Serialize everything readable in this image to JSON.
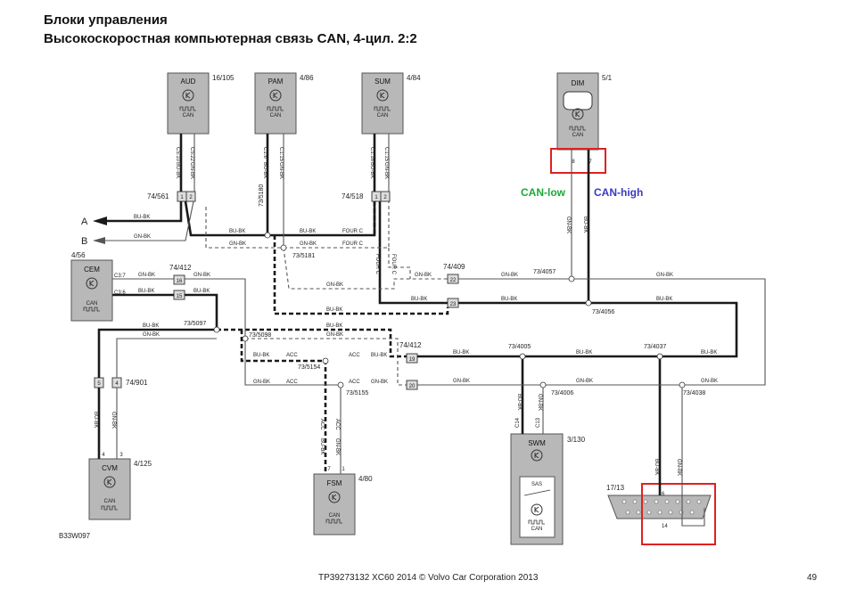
{
  "header": {
    "title": "Блоки управления",
    "subtitle": "Высокоскоростная компьютерная связь CAN, 4-цил. 2:2"
  },
  "modules": {
    "aud": {
      "name": "AUD",
      "ref": "16/105",
      "pin_a": "C5:10",
      "pin_b": "C5:22"
    },
    "pam": {
      "name": "PAM",
      "ref": "4/86",
      "pin_a": "C1:6",
      "pin_b": "C1:15"
    },
    "sum": {
      "name": "SUM",
      "ref": "4/84",
      "pin_a": "C1:16",
      "pin_b": "C1:15"
    },
    "dim": {
      "name": "DIM",
      "ref": "5/1",
      "pin_a": "8",
      "pin_b": "7"
    },
    "cem": {
      "name": "CEM",
      "ref": "4/56",
      "pin_a": "C3:7",
      "pin_b": "C3:6"
    },
    "cvm": {
      "name": "CVM",
      "ref": "4/125",
      "pin_a": "4",
      "pin_b": "3"
    },
    "fsm": {
      "name": "FSM",
      "ref": "4/80",
      "pin_a": "7",
      "pin_b": "1"
    },
    "swm": {
      "name": "SWM",
      "ref": "3/130",
      "pin_a": "C14",
      "pin_b": "C13",
      "sub": "SAS"
    },
    "obd": {
      "ref": "17/13",
      "pin_a": "6",
      "pin_b": "14"
    },
    "can": "CAN"
  },
  "connectors": {
    "c561": {
      "ref": "74/561",
      "p1": "1",
      "p2": "2"
    },
    "c518": {
      "ref": "74/518",
      "p1": "1",
      "p2": "2"
    },
    "c412a": {
      "ref": "74/412",
      "p1": "16",
      "p2": "15"
    },
    "c409": {
      "ref": "74/409",
      "p1": "22",
      "p2": "23"
    },
    "c412b": {
      "ref": "74/412",
      "p1": "19",
      "p2": "20"
    },
    "c901": {
      "ref": "74/901",
      "p1": "5",
      "p2": "4"
    }
  },
  "splices": {
    "s5180": "73/5180",
    "s5181": "73/5181",
    "s4057": "73/4057",
    "s4056": "73/4056",
    "s5097": "73/5097",
    "s5098": "73/5098",
    "s5154": "73/5154",
    "s5155": "73/5155",
    "s4005": "73/4005",
    "s4006": "73/4006",
    "s4037": "73/4037",
    "s4038": "73/4038"
  },
  "wires": {
    "bu_bk": "BU-BK",
    "gn_bk": "GN-BK",
    "four_c": "FOUR C",
    "acc": "ACC"
  },
  "outputs": {
    "a": "A",
    "b": "B"
  },
  "annotations": {
    "can_low": "CAN-low",
    "can_high": "CAN-high",
    "can_low_color": "#1aa83a",
    "can_high_color": "#3a3ac8",
    "highlight_color": "#e02020"
  },
  "footer": {
    "figure_id": "B33W097",
    "source": "TP39273132 XC60 2014 © Volvo Car Corporation 2013",
    "page": "49"
  }
}
